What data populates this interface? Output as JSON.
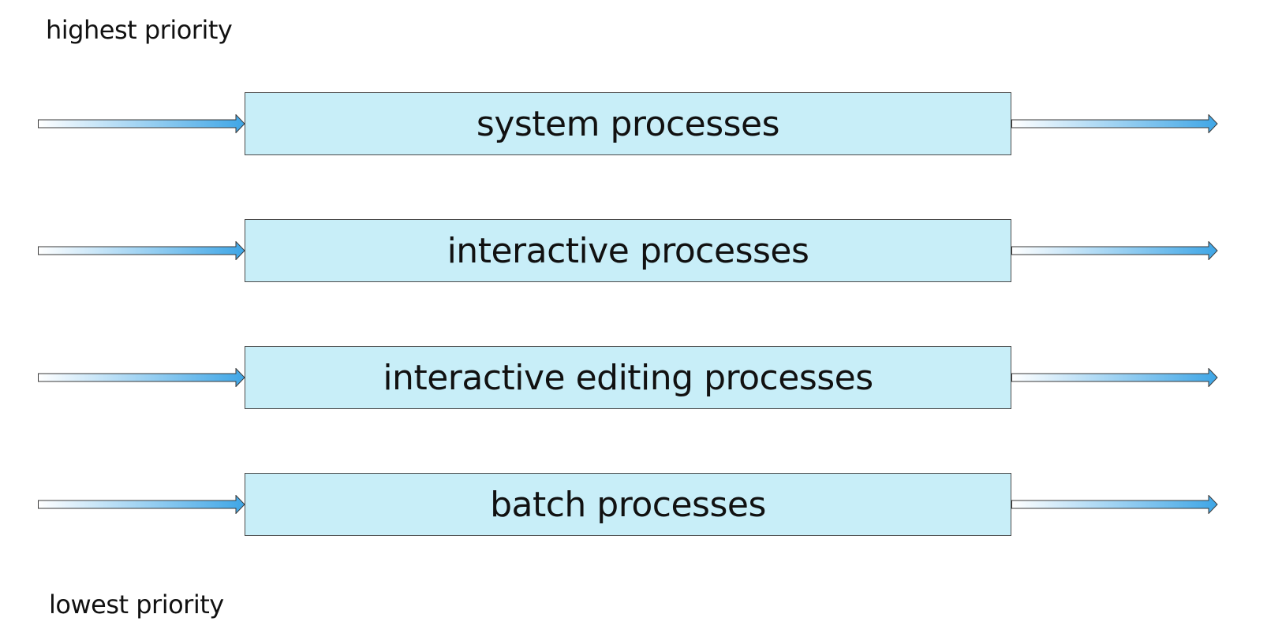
{
  "labels": {
    "top": "highest priority",
    "bottom": "lowest priority"
  },
  "queues": [
    {
      "label": "system processes"
    },
    {
      "label": "interactive processes"
    },
    {
      "label": "interactive editing processes"
    },
    {
      "label": "batch processes"
    }
  ],
  "colors": {
    "box_fill": "#c8eef8",
    "box_border": "#4a4a4a",
    "arrow_start": "#ffffff",
    "arrow_end": "#3fa6e6"
  }
}
